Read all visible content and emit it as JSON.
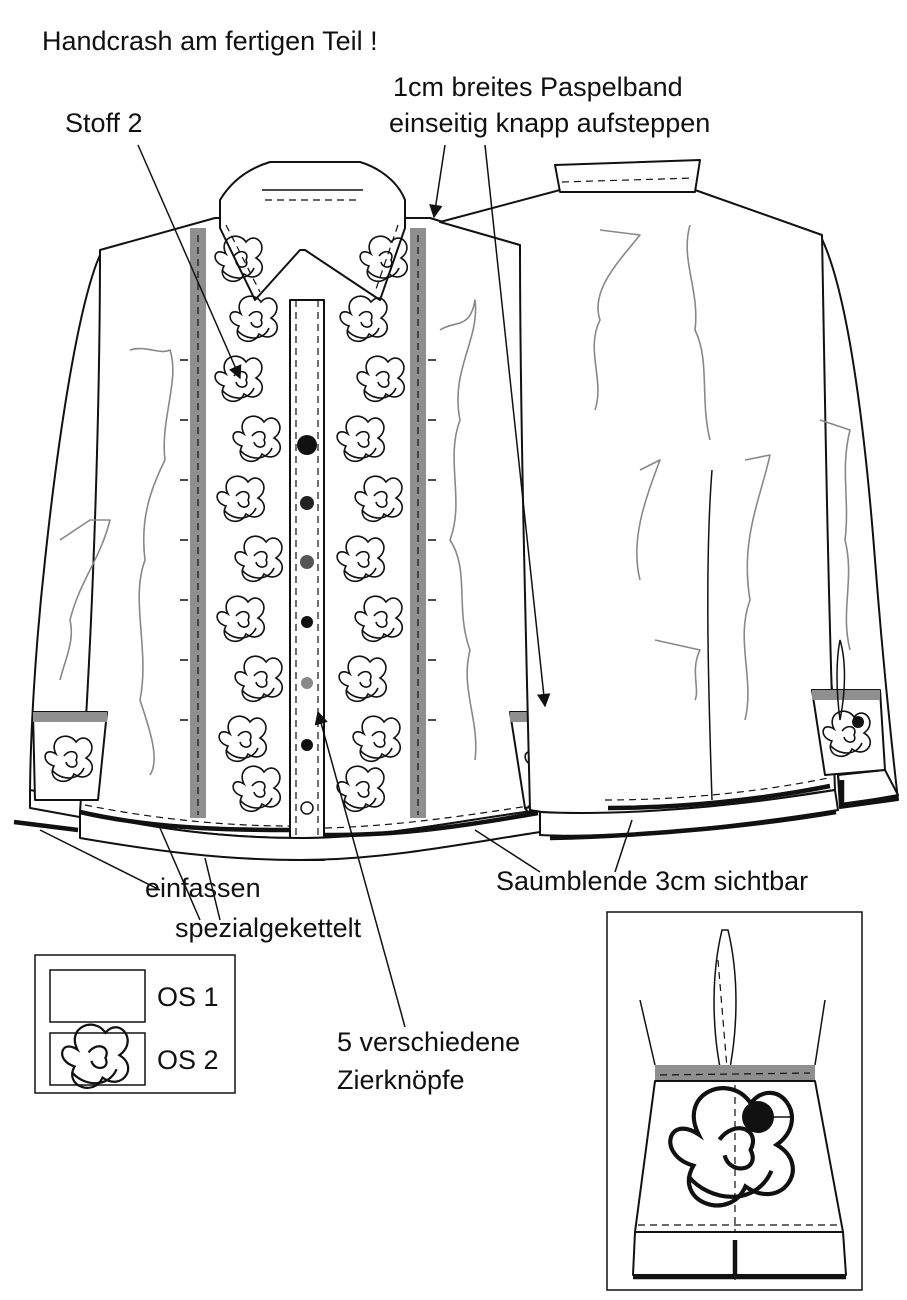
{
  "labels": {
    "title": "Handcrash am fertigen Teil !",
    "stoff": "Stoff 2",
    "paspel_line1": "1cm breites Paspelband",
    "paspel_line2": "einseitig knapp aufsteppen",
    "einfassen": "einfassen",
    "spezial": "spezialgekettelt",
    "saumblende": "Saumblende 3cm sichtbar",
    "knoepfe_line1": "5 verschiedene",
    "knoepfe_line2": "Zierknöpfe"
  },
  "legend": {
    "os1": "OS 1",
    "os2": "OS 2"
  },
  "colors": {
    "line": "#111111",
    "piping": "#8f8f8f",
    "wrinkle": "#888888",
    "background": "#ffffff"
  }
}
